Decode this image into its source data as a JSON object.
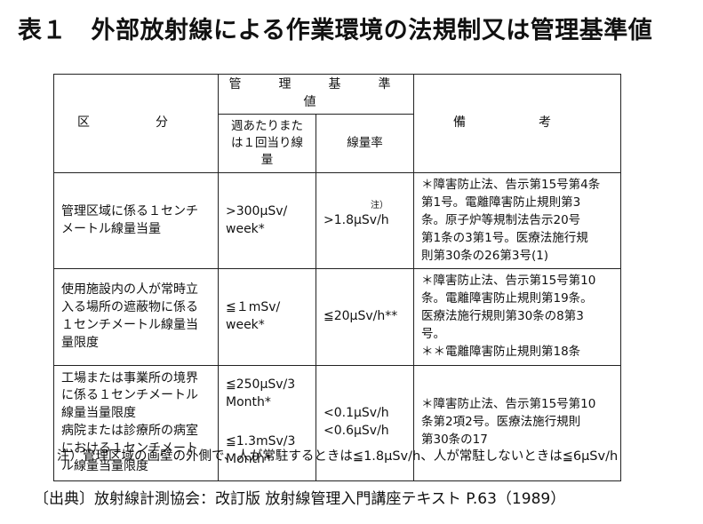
{
  "title": "表１　外部放射線による作業環境の法規制又は管理基準値",
  "table": {
    "header": {
      "category": "区　分",
      "management_group": "管　理　基　準　値",
      "weekly_dose": "週あたりまたは１回当り線量",
      "dose_rate": "線量率",
      "remarks": "備　考"
    },
    "rows": [
      {
        "category": [
          "管理区域に係る１センチ",
          "メートル線量当量"
        ],
        "dose": [
          ">300μSv/",
          "week*"
        ],
        "rate_note": "注）",
        "rate": [
          ">1.8μSv/h"
        ],
        "remarks": [
          "＊障害防止法、告示第15号第4条",
          "第1号。電離障害防止規則第3",
          "条。原子炉等規制法告示20号",
          "第1条の3第1号。医療法施行規",
          "則第30条の26第3号(1)"
        ]
      },
      {
        "category": [
          "使用施設内の人が常時立",
          "入る場所の遮蔽物に係る",
          "１センチメートル線量当",
          "量限度"
        ],
        "dose": [
          "≦１mSv/",
          "week*"
        ],
        "rate_note": "",
        "rate": [
          "≦20μSv/h**"
        ],
        "remarks": [
          "＊障害防止法、告示第15号第10",
          "条。電離障害防止規則第19条。",
          "医療法施行規則第30条の8第3",
          "号。",
          "＊＊電離障害防止規則第18条"
        ]
      },
      {
        "category": [
          "工場または事業所の境界",
          "に係る１センチメートル",
          "線量当量限度",
          "病院または診療所の病室",
          "における１センチメート",
          "ル線量当量限度"
        ],
        "dose_top": [
          "≦250μSv/3",
          "Month*"
        ],
        "dose_bottom": [
          "≦1.3mSv/3",
          "Month*"
        ],
        "rate_note": "",
        "rate": [
          "<0.1μSv/h",
          "<0.6μSv/h"
        ],
        "remarks": [
          "＊障害防止法、告示第15号第10",
          "条第2項2号。医療法施行規則",
          "第30条の17"
        ]
      }
    ]
  },
  "note": "注）管理区域の画壁の外側で、人が常駐するときは≦1.8μSv/h、人が常駐しないときは≦6μSv/h",
  "source": "〔出典〕放射線計測協会：改訂版 放射線管理入門講座テキスト P.63（1989）"
}
